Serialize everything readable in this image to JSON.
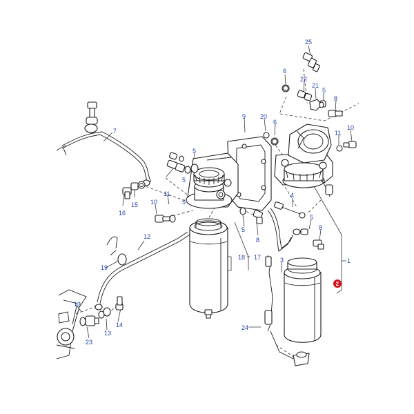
{
  "diagram": {
    "callouts": [
      "25",
      "6",
      "22",
      "21",
      "5",
      "8",
      "20",
      "6",
      "11",
      "10",
      "7",
      "9",
      "5",
      "5",
      "11",
      "15",
      "16",
      "10",
      "5",
      "4",
      "5",
      "8",
      "5",
      "8",
      "12",
      "19",
      "18",
      "17",
      "3",
      "1",
      "13",
      "23",
      "13",
      "14",
      "24"
    ],
    "highlight": {
      "label": "2",
      "color": "#d0121b"
    },
    "colors": {
      "line": "#1a1a1a",
      "callout": "#1f3fa8"
    }
  }
}
